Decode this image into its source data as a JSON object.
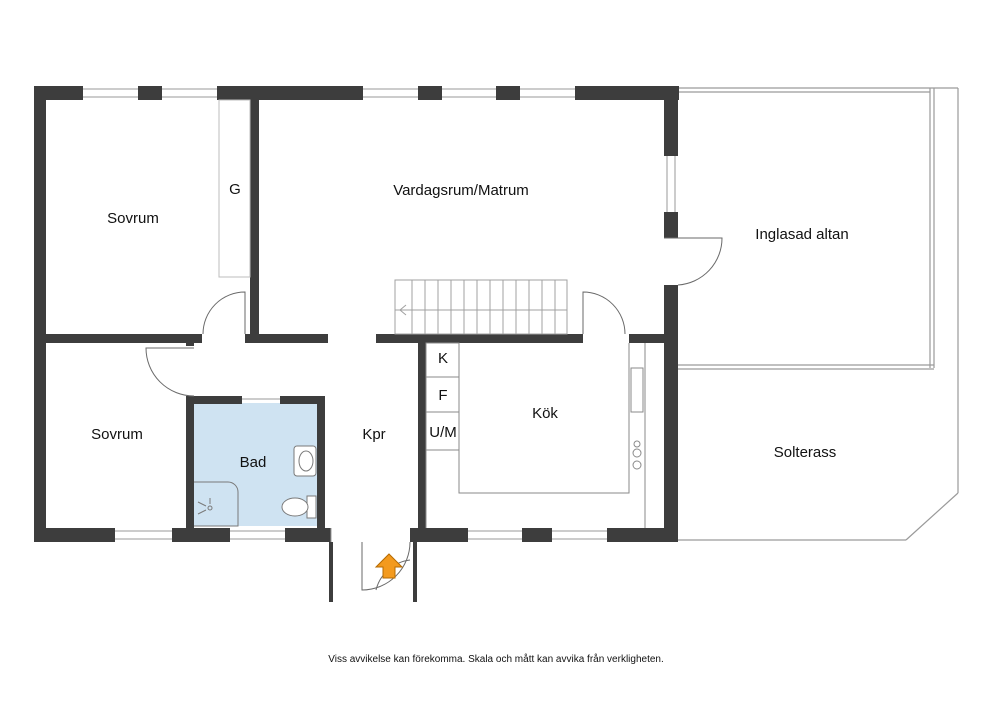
{
  "rooms": {
    "sovrum_north": "Sovrum",
    "garderob": "G",
    "vardagsrum": "Vardagsrum/Matrum",
    "inglasad_altan": "Inglasad altan",
    "sovrum_south": "Sovrum",
    "bad": "Bad",
    "kpr": "Kpr",
    "kok": "Kök",
    "kyl": "K",
    "frys": "F",
    "um": "U/M",
    "solterass": "Solterass"
  },
  "disclaimer": "Viss avvikelse kan förekomma. Skala och mått kan avvika från verkligheten.",
  "colors": {
    "wall": "#3d3d3d",
    "bathroom_floor": "#cfe3f2",
    "entrance_arrow": "#f39a1e",
    "thin_line": "#9a9a9a"
  },
  "icons": [
    "entrance-arrow-icon",
    "sink-icon",
    "toilet-icon",
    "shower-icon",
    "stove-icon"
  ]
}
